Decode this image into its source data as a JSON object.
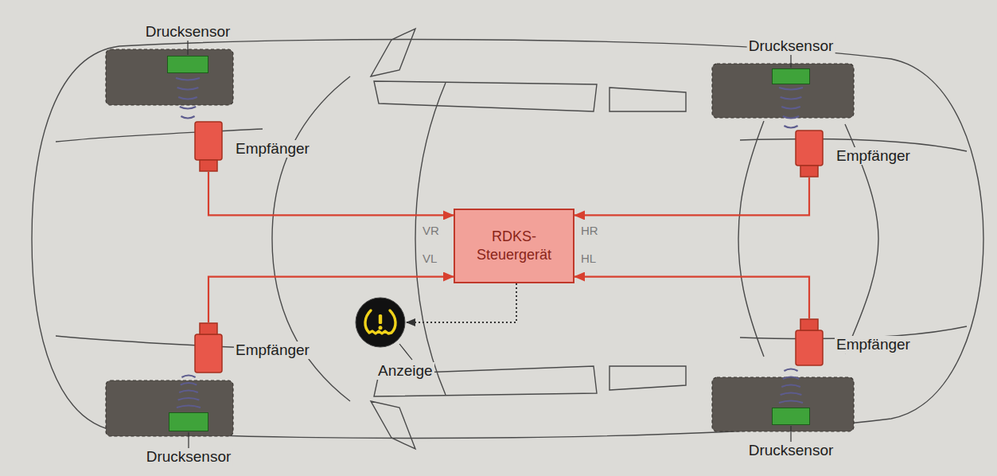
{
  "diagram": {
    "nodes": [
      {
        "text": [
          "Drucksensor"
        ]
      },
      {
        "text": [
          "Drucksensor"
        ]
      },
      {
        "text": [
          "Empfänger"
        ]
      },
      {
        "text": [
          "Empfänger"
        ]
      },
      {
        "text": [
          "RDKS- Steuergerät"
        ]
      },
      {
        "text": [
          "Empfänger"
        ]
      },
      {
        "text": [
          "Empfänger"
        ]
      },
      {
        "text": [
          "Anzeige"
        ]
      },
      {
        "text": [
          "Drucksensor"
        ]
      },
      {
        "text": [
          "Drucksensor"
        ]
      }
    ],
    "edges": [
      {
        "from": 2,
        "to": 4,
        "arrow": "to"
      },
      {
        "from": 3,
        "to": 4,
        "arrow": "to"
      },
      {
        "from": 5,
        "to": 4,
        "arrow": "to"
      },
      {
        "from": 6,
        "to": 4,
        "arrow": "to"
      },
      {
        "from": 4,
        "to": 7,
        "arrow": "to"
      }
    ],
    "labels": [
      "VR",
      "VL",
      "HR",
      "HL"
    ]
  }
}
